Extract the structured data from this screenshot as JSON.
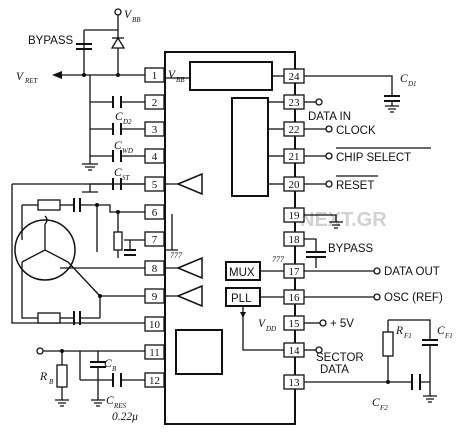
{
  "watermark": "NEXT.GR",
  "pins": [
    "1",
    "2",
    "3",
    "4",
    "5",
    "6",
    "7",
    "8",
    "9",
    "10",
    "11",
    "12",
    "13",
    "14",
    "15",
    "16",
    "17",
    "18",
    "19",
    "20",
    "21",
    "22",
    "23",
    "24"
  ],
  "labels": {
    "vbb_top": "V",
    "vbb_top_sub": "BB",
    "bypass_top": "BYPASS",
    "vret": "V",
    "vret_sub": "RET",
    "vbb_pin": "V",
    "vbb_pin_sub": "BB",
    "cd1": "C",
    "cd1_sub": "D1",
    "cd2": "C",
    "cd2_sub": "D2",
    "cwd": "C",
    "cwd_sub": "WD",
    "cst": "C",
    "cst_sub": "ST",
    "data_in": "DATA IN",
    "clock": "CLOCK",
    "chip_select": "CHIP SELECT",
    "reset": "RESET",
    "bypass_right": "BYPASS",
    "data_out": "DATA OUT",
    "osc_ref": "OSC (REF)",
    "vdd": "V",
    "vdd_sub": "DD",
    "plus5v": "+ 5V",
    "sector": "SECTOR",
    "data": "DATA",
    "mux": "MUX",
    "pll": "PLL",
    "rb": "R",
    "rb_sub": "B",
    "cb": "C",
    "cb_sub": "B",
    "cres": "C",
    "cres_sub": "RES",
    "cres_val": "0.22μ",
    "rf1": "R",
    "rf1_sub": "F1",
    "cf1": "C",
    "cf1_sub": "F1",
    "cf2": "C",
    "cf2_sub": "F2",
    "gnd_mark": "777"
  }
}
